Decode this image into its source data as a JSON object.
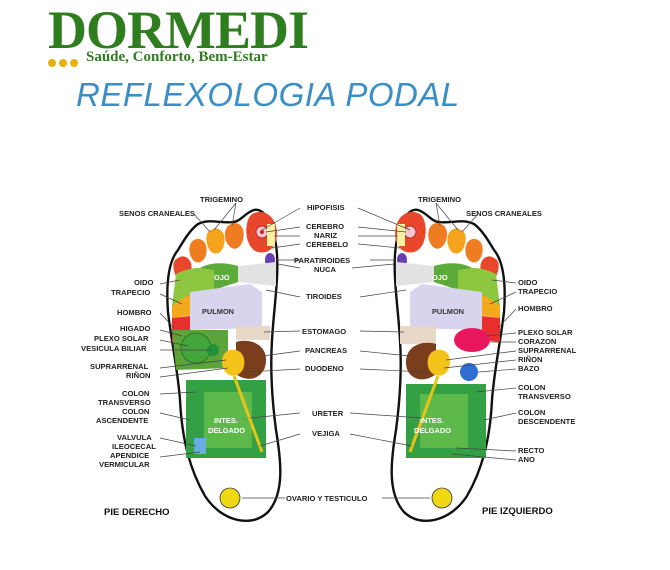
{
  "brand": {
    "name": "DORMEDI",
    "tagline": "Saúde, Conforto, Bem-Estar"
  },
  "title": "REFLEXOLOGIA PODAL",
  "colors": {
    "brand_green": "#2e7d1e",
    "title_blue": "#3a8fc7",
    "dots_yellow": "#e4b20b"
  },
  "feet": {
    "right": "PIE DERECHO",
    "left": "PIE IZQUIERDO"
  },
  "inside": {
    "ojo": "OJO",
    "pulmon": "PULMON",
    "intes1": "INTES.",
    "intes2": "DELGADO"
  },
  "left_labels": {
    "trigemino": "TRIGEMINO",
    "senos": "SENOS CRANEALES",
    "oido": "OIDO",
    "trapecio": "TRAPECIO",
    "hombro": "HOMBRO",
    "higado": "HIGADO",
    "plexo": "PLEXO SOLAR",
    "vesicula": "VESICULA BILIAR",
    "suprarrenal": "SUPRARRENAL",
    "rinon": "RIÑON",
    "colon1": "COLON",
    "transverso": "TRANSVERSO",
    "colon2": "COLON",
    "ascendente": "ASCENDENTE",
    "valvula": "VALVULA",
    "ileocecal": "ILEOCECAL",
    "apendice": "APENDICE",
    "vermicular": "VERMICULAR"
  },
  "center_labels": {
    "hipofisis": "HIPOFISIS",
    "cerebro": "CEREBRO",
    "nariz": "NARIZ",
    "cerebelo": "CEREBELO",
    "paratiroides": "PARATIROIDES",
    "nuca": "NUCA",
    "tiroides": "TIROIDES",
    "estomago": "ESTOMAGO",
    "pancreas": "PANCREAS",
    "duodeno": "DUODENO",
    "ureter": "URETER",
    "vejiga": "VEJIGA",
    "ovario": "OVARIO Y TESTICULO"
  },
  "right_labels": {
    "trigemino": "TRIGEMINO",
    "senos": "SENOS CRANEALES",
    "oido": "OIDO",
    "trapecio": "TRAPECIO",
    "hombro": "HOMBRO",
    "plexo": "PLEXO SOLAR",
    "corazon": "CORAZON",
    "suprarrenal": "SUPRARRENAL",
    "rinon": "RIÑON",
    "bazo": "BAZO",
    "colon1": "COLON",
    "transverso": "TRANSVERSO",
    "colon2": "COLON",
    "descendente": "DESCENDENTE",
    "recto": "RECTO",
    "ano": "ANO"
  }
}
